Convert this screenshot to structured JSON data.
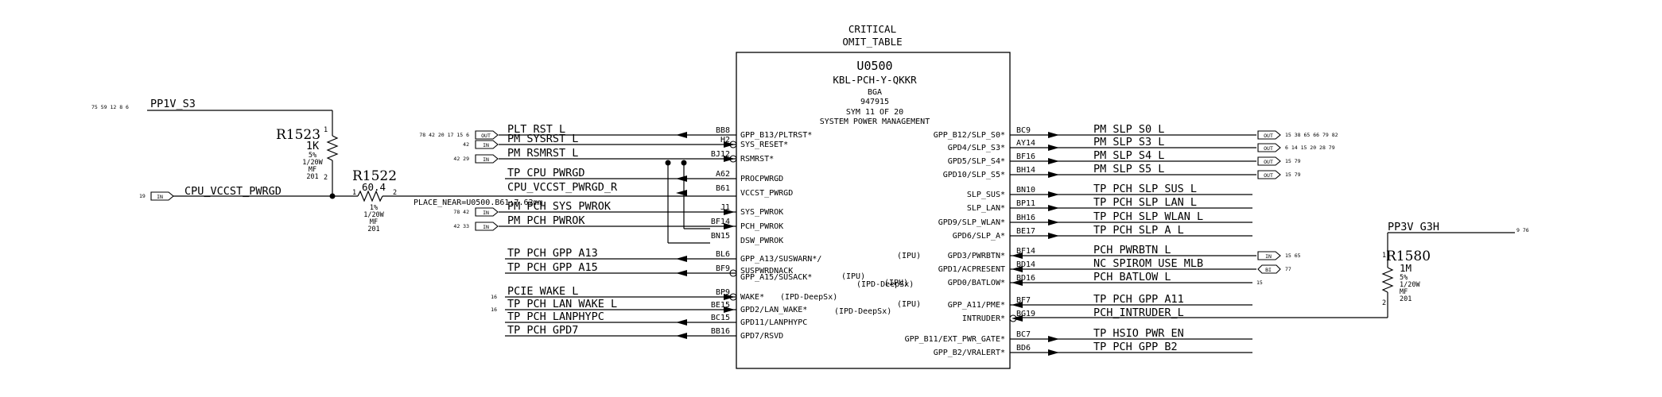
{
  "header": {
    "line1": "CRITICAL",
    "line2": "OMIT_TABLE"
  },
  "chip": {
    "refdes": "U0500",
    "part": "KBL-PCH-Y-QKKR",
    "package": "BGA",
    "number": "947915",
    "sym": "SYM 11 OF 20",
    "section": "SYSTEM POWER MANAGEMENT",
    "left_pins": [
      {
        "ball": "BB8",
        "name": "GPP_B13/PLTRST*"
      },
      {
        "ball": "H2",
        "name": "SYS_RESET*"
      },
      {
        "ball": "BJ12",
        "name": "RSMRST*"
      },
      {
        "ball": "A62",
        "name": "PROCPWRGD"
      },
      {
        "ball": "B61",
        "name": "VCCST_PWRGD"
      },
      {
        "ball": "J1",
        "name": "SYS_PWROK"
      },
      {
        "ball": "BF14",
        "name": "PCH_PWROK"
      },
      {
        "ball": "BN15",
        "name": "DSW_PWROK"
      },
      {
        "ball": "BL6",
        "name": "GPP_A13/SUSWARN*/"
      },
      {
        "ball": "BF9",
        "name": "GPP_A15/SUSACK*"
      },
      {
        "ball": "BP9",
        "name": "WAKE*"
      },
      {
        "ball": "BE15",
        "name": "GPD2/LAN_WAKE*"
      },
      {
        "ball": "BC15",
        "name": "GPD11/LANPHYPC"
      },
      {
        "ball": "BB16",
        "name": "GPD7/RSVD"
      }
    ],
    "left_notes": {
      "suspwrdnack": "SUSPWRDNACK",
      "ipu_a15": "(IPU)",
      "deepsx_a15": "(IPD-DeepSx)",
      "deepsx_wake": "(IPD-DeepSx)",
      "deepsx_gpd2": "(IPD-DeepSx)"
    },
    "right_pins": [
      {
        "ball": "BC9",
        "name": "GPP_B12/SLP_S0*"
      },
      {
        "ball": "AY14",
        "name": "GPD4/SLP_S3*"
      },
      {
        "ball": "BF16",
        "name": "GPD5/SLP_S4*"
      },
      {
        "ball": "BH14",
        "name": "GPD10/SLP_S5*"
      },
      {
        "ball": "BN10",
        "name": "SLP_SUS*"
      },
      {
        "ball": "BP11",
        "name": "SLP_LAN*"
      },
      {
        "ball": "BH16",
        "name": "GPD9/SLP_WLAN*"
      },
      {
        "ball": "BE17",
        "name": "GPD6/SLP_A*"
      },
      {
        "ball": "BF14",
        "name": "GPD3/PWRBTN*"
      },
      {
        "ball": "BD14",
        "name": "GPD1/ACPRESENT"
      },
      {
        "ball": "BD16",
        "name": "GPD0/BATLOW*"
      },
      {
        "ball": "BF7",
        "name": "GPP_A11/PME*"
      },
      {
        "ball": "BG19",
        "name": "INTRUDER*"
      },
      {
        "ball": "BC7",
        "name": "GPP_B11/EXT_PWR_GATE*"
      },
      {
        "ball": "BD6",
        "name": "GPP_B2/VRALERT*"
      }
    ],
    "right_notes": {
      "ipu_pwrbtn": "(IPU)",
      "ipu_batlow": "(IPU)",
      "ipu_a11": "(IPU)"
    }
  },
  "left_nets": [
    {
      "name": "PLT_RST_L",
      "port": "OUT",
      "refs": "78 42 20 17 15 6"
    },
    {
      "name": "PM_SYSRST_L",
      "port": "IN",
      "refs": "42"
    },
    {
      "name": "PM_RSMRST_L",
      "port": "IN",
      "refs": "42 29"
    },
    {
      "name": "TP_CPU_PWRGD"
    },
    {
      "name": "CPU_VCCST_PWRGD_R"
    },
    {
      "name": "PM_PCH_SYS_PWROK",
      "port": "IN",
      "refs": "78 42"
    },
    {
      "name": "PM_PCH_PWROK",
      "port": "IN",
      "refs": "42 33"
    },
    {
      "name": "TP_PCH_GPP_A13"
    },
    {
      "name": "TP_PCH_GPP_A15"
    },
    {
      "name": "PCIE_WAKE_L",
      "refs": "16"
    },
    {
      "name": "TP_PCH_LAN_WAKE_L",
      "refs": "16"
    },
    {
      "name": "TP_PCH_LANPHYPC"
    },
    {
      "name": "TP_PCH_GPD7"
    }
  ],
  "right_nets": [
    {
      "name": "PM_SLP_S0_L",
      "port": "OUT",
      "refs": "15 38 65 66 79 82"
    },
    {
      "name": "PM_SLP_S3_L",
      "port": "OUT",
      "refs": "6 14 15 20 28 79"
    },
    {
      "name": "PM_SLP_S4_L",
      "port": "OUT",
      "refs": "15 79"
    },
    {
      "name": "PM_SLP_S5_L",
      "port": "OUT",
      "refs": "15 79"
    },
    {
      "name": "TP_PCH_SLP_SUS_L"
    },
    {
      "name": "TP_PCH_SLP_LAN_L"
    },
    {
      "name": "TP_PCH_SLP_WLAN_L"
    },
    {
      "name": "TP_PCH_SLP_A_L"
    },
    {
      "name": "PCH_PWRBTN_L",
      "port": "IN",
      "refs": "15 65"
    },
    {
      "name": "NC_SPIROM_USE_MLB",
      "port": "BI",
      "refs": "77"
    },
    {
      "name": "PCH_BATLOW_L",
      "refs": "15"
    },
    {
      "name": "TP_PCH_GPP_A11"
    },
    {
      "name": "PCH_INTRUDER_L"
    },
    {
      "name": "TP_HSIO_PWR_EN"
    },
    {
      "name": "TP_PCH_GPP_B2"
    }
  ],
  "power": {
    "pp1v_s3": {
      "name": "PP1V_S3",
      "refs": "75 59 12 8 6"
    },
    "pp3v_g3h": {
      "name": "PP3V_G3H",
      "refs": "9 76"
    }
  },
  "cpu_vccst": {
    "name": "CPU_VCCST_PWRGD",
    "port": "IN",
    "refs": "19"
  },
  "resistors": {
    "r1523": {
      "ref": "R1523",
      "pin1": "1",
      "pin2": "2",
      "value": "1K",
      "tol": "5%",
      "power": "1/20W",
      "type": "MF",
      "size": "201"
    },
    "r1522": {
      "ref": "R1522",
      "pin1": "1",
      "pin2": "2",
      "value": "60.4",
      "tol": "1%",
      "power": "1/20W",
      "type": "MF",
      "size": "201"
    },
    "r1580": {
      "ref": "R1580",
      "pin1": "1",
      "pin2": "2",
      "value": "1M",
      "tol": "5%",
      "power": "1/20W",
      "type": "MF",
      "size": "201"
    }
  },
  "place_note": "PLACE_NEAR=U0500.B61:7.62mm"
}
